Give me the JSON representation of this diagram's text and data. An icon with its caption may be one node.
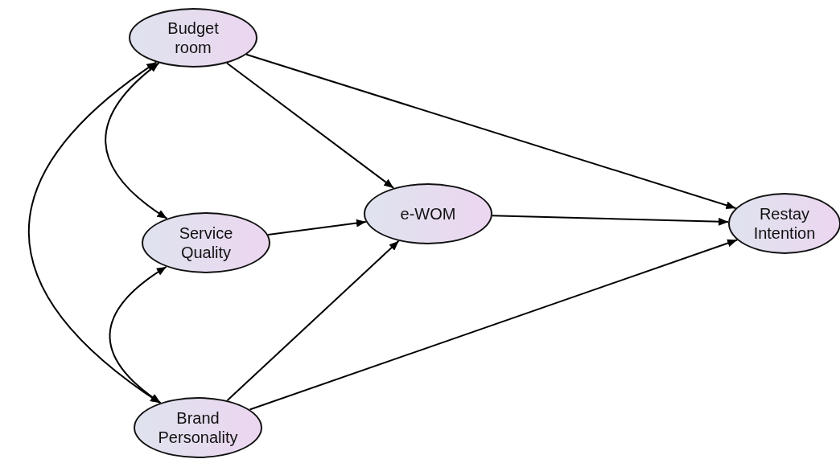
{
  "diagram": {
    "nodes": [
      {
        "text": [
          "Budget room"
        ]
      },
      {
        "text": [
          "Service Quality"
        ]
      },
      {
        "text": [
          "Brand Personality"
        ]
      },
      {
        "text": [
          "e-WOM"
        ]
      },
      {
        "text": [
          "Restay Intention"
        ]
      }
    ],
    "edges": [
      {
        "from": 0,
        "to": 1,
        "arrow": "both"
      },
      {
        "from": 1,
        "to": 2,
        "arrow": "both"
      },
      {
        "from": 0,
        "to": 2,
        "arrow": "both"
      },
      {
        "from": 0,
        "to": 3,
        "arrow": "to"
      },
      {
        "from": 1,
        "to": 3,
        "arrow": "to"
      },
      {
        "from": 2,
        "to": 3,
        "arrow": "to"
      },
      {
        "from": 0,
        "to": 4,
        "arrow": "to"
      },
      {
        "from": 3,
        "to": 4,
        "arrow": "to"
      },
      {
        "from": 2,
        "to": 4,
        "arrow": "to"
      }
    ]
  }
}
